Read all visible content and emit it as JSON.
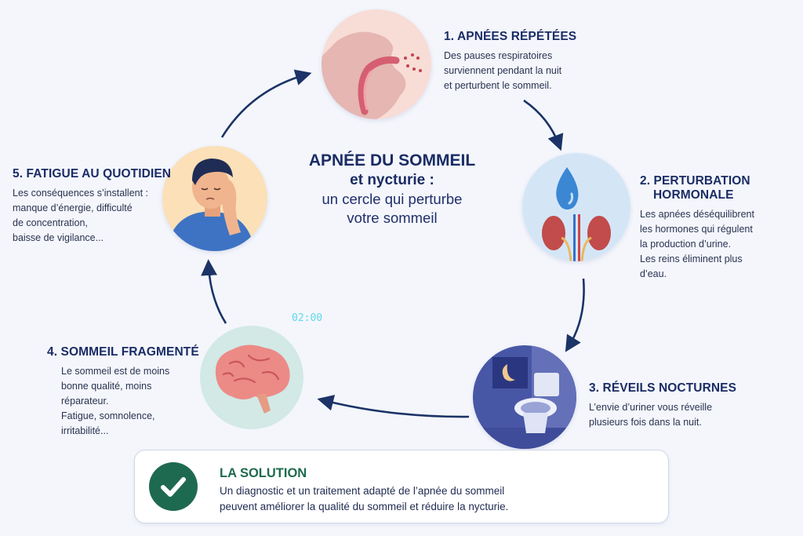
{
  "title": {
    "line1": "APNÉE DU SOMMEIL",
    "line2": "et nycturie :",
    "line3": "un cercle qui perturbe",
    "line4": "votre sommeil"
  },
  "central_illustration": {
    "icon": "sleeping-man-in-bed",
    "clock_time": "02:00"
  },
  "steps": [
    {
      "title": "1. APNÉES RÉPÉTÉES",
      "icon": "airway-obstruction-icon",
      "lines": [
        "Des pauses respiratoires",
        "surviennent pendant la nuit",
        "et perturbent le sommeil."
      ]
    },
    {
      "title_line1": "2. PERTURBATION",
      "title_line2": "HORMONALE",
      "icon": "kidneys-water-drop-icon",
      "lines": [
        "Les apnées déséquilibrent",
        "les hormones qui régulent",
        "la production d’urine.",
        "Les reins éliminent plus",
        "d’eau."
      ]
    },
    {
      "title": "3. RÉVEILS NOCTURNES",
      "icon": "toilet-night-icon",
      "lines": [
        "L’envie d’uriner vous réveille",
        "plusieurs fois dans la nuit."
      ]
    },
    {
      "title": "4. SOMMEIL FRAGMENTÉ",
      "icon": "brain-icon",
      "lines": [
        "Le sommeil est de moins",
        "bonne qualité, moins",
        "réparateur.",
        "Fatigue, somnolence,",
        "irritabilité..."
      ]
    },
    {
      "title": "5. FATIGUE AU QUOTIDIEN",
      "icon": "tired-man-icon",
      "lines": [
        "Les conséquences s’installent :",
        "manque d’énergie, difficulté",
        "de concentration,",
        "baisse de vigilance..."
      ]
    }
  ],
  "solution": {
    "title": "LA SOLUTION",
    "icon": "check-icon",
    "lines": [
      "Un diagnostic et un traitement adapté de l’apnée du sommeil",
      "peuvent améliorer la qualité du sommeil et réduire la nycturie."
    ]
  },
  "colors": {
    "background": "#f4f6fc",
    "title_navy": "#1a2c64",
    "arrow_navy": "#1b3366",
    "solution_green": "#1e6a50"
  }
}
